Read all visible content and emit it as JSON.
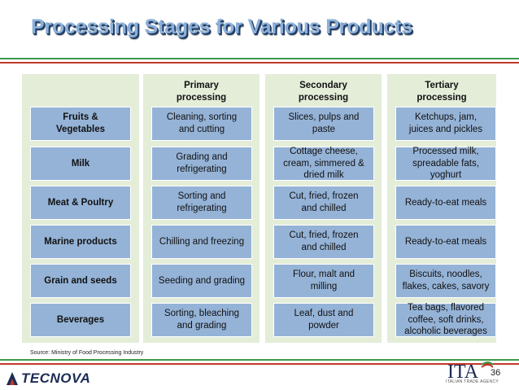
{
  "title": "Processing Stages for Various Products",
  "headers": {
    "primary": "Primary\nprocessing",
    "secondary": "Secondary\nprocessing",
    "tertiary": "Tertiary\nprocessing"
  },
  "rows": [
    {
      "product": "Fruits &\nVegetables",
      "primary": "Cleaning, sorting\nand cutting",
      "secondary": "Slices, pulps and\npaste",
      "tertiary": "Ketchups, jam,\njuices and pickles"
    },
    {
      "product": "Milk",
      "primary": "Grading and\nrefrigerating",
      "secondary": "Cottage cheese,\ncream, simmered &\ndried milk",
      "tertiary": "Processed milk,\nspreadable fats,\nyoghurt"
    },
    {
      "product": "Meat & Poultry",
      "primary": "Sorting and\nrefrigerating",
      "secondary": "Cut, fried, frozen\nand chilled",
      "tertiary": "Ready-to-eat meals"
    },
    {
      "product": "Marine products",
      "primary": "Chilling and freezing",
      "secondary": "Cut, fried, frozen\nand chilled",
      "tertiary": "Ready-to-eat meals"
    },
    {
      "product": "Grain and seeds",
      "primary": "Seeding and grading",
      "secondary": "Flour, malt and\nmilling",
      "tertiary": "Biscuits, noodles,\nflakes, cakes, savory"
    },
    {
      "product": "Beverages",
      "primary": "Sorting, bleaching\nand grading",
      "secondary": "Leaf, dust and\npowder",
      "tertiary": "Tea bags, flavored\ncoffee, soft drinks,\nalcoholic beverages"
    }
  ],
  "source": "Source: Ministry of Food Processing Industry",
  "page_number": "36",
  "logos": {
    "tecnova": "TECNOVA",
    "ita": "ITA",
    "ita_subtitle": "ITALIAN TRADE AGENCY"
  },
  "colors": {
    "cell_blue": "#95B3D7",
    "band_green": "#E4EDD8",
    "stripe_green": "#3E9A4B",
    "stripe_red": "#C0392B"
  }
}
